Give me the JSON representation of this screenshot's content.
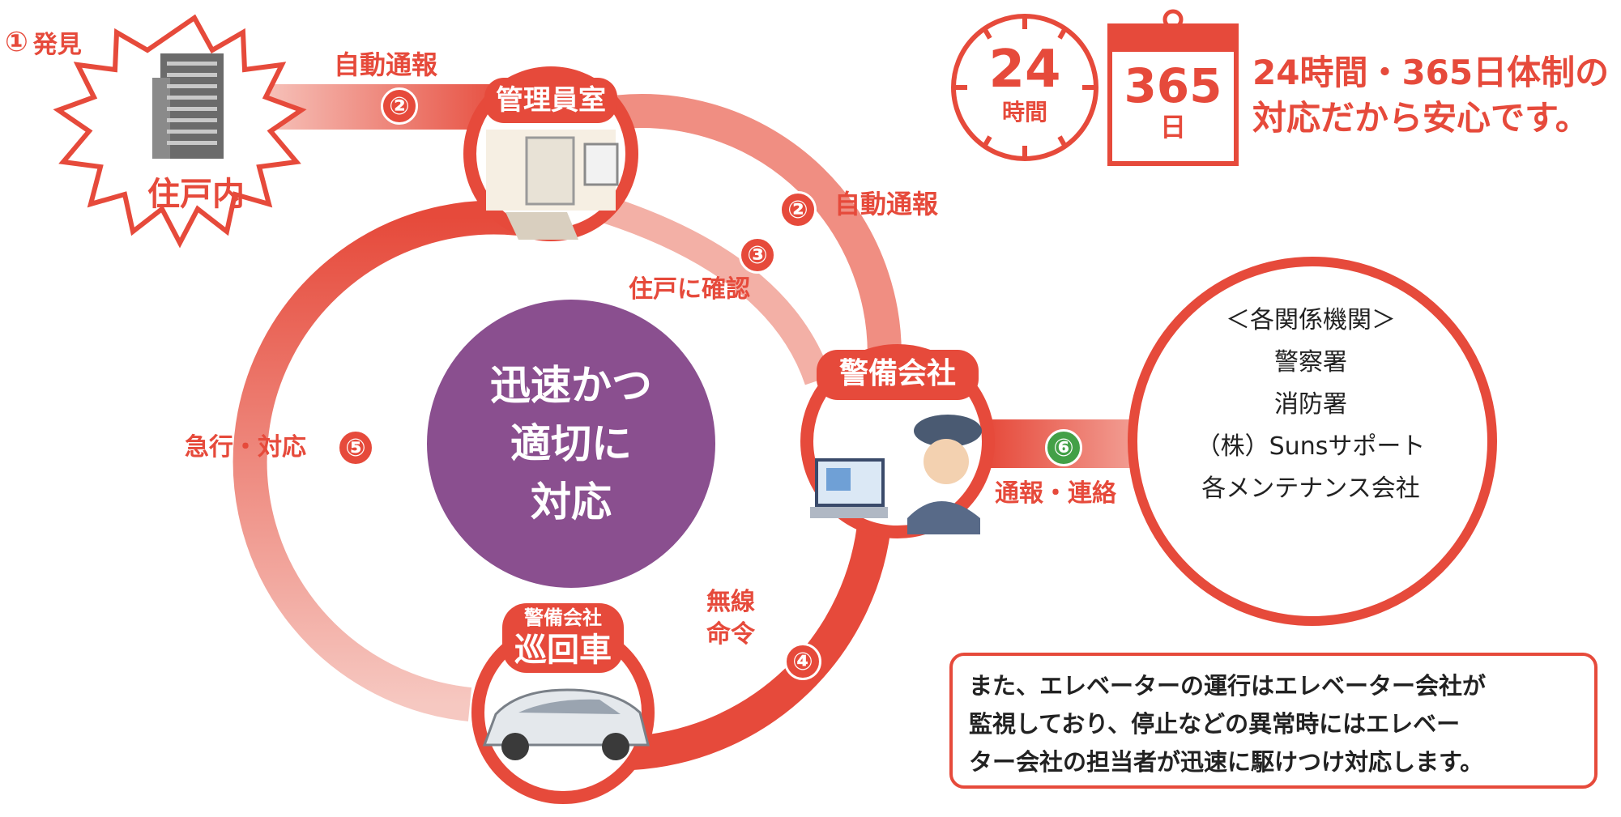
{
  "colors": {
    "accent": "#e64a3b",
    "accent_light": "#f3a79d",
    "purple": "#8a4f8f",
    "green": "#43a047",
    "text": "#222222"
  },
  "discovery": {
    "num": "①",
    "label": "発見",
    "resident": "住戸内"
  },
  "nodes": {
    "manager": "管理員室",
    "security": "警備会社",
    "patrol_top": "警備会社",
    "patrol": "巡回車"
  },
  "links": {
    "auto_report_1": {
      "num": "②",
      "label": "自動通報"
    },
    "auto_report_2": {
      "num": "②",
      "label": "自動通報"
    },
    "confirm": {
      "num": "③",
      "label": "住戸に確認"
    },
    "radio": {
      "num": "④",
      "line1": "無線",
      "line2": "命令"
    },
    "rush": {
      "num": "⑤",
      "label": "急行・対応"
    },
    "notify": {
      "num": "⑥",
      "label": "通報・連絡"
    }
  },
  "center_circle": {
    "line1": "迅速かつ",
    "line2": "適切に",
    "line3": "対応"
  },
  "organizations": {
    "title": "＜各関係機関＞",
    "items": [
      "警察署",
      "消防署",
      "（株）Sunsサポート",
      "各メンテナンス会社"
    ]
  },
  "clock": {
    "number": "24",
    "unit": "時間"
  },
  "calendar": {
    "number": "365",
    "unit": "日"
  },
  "tagline": {
    "line1": "24時間・365日体制の",
    "line2": "対応だから安心です。"
  },
  "note": {
    "line1": "また、エレベーターの運行はエレベーター会社が",
    "line2": "監視しており、停止などの異常時にはエレベー",
    "line3": "ター会社の担当者が迅速に駆けつけ対応します。"
  }
}
